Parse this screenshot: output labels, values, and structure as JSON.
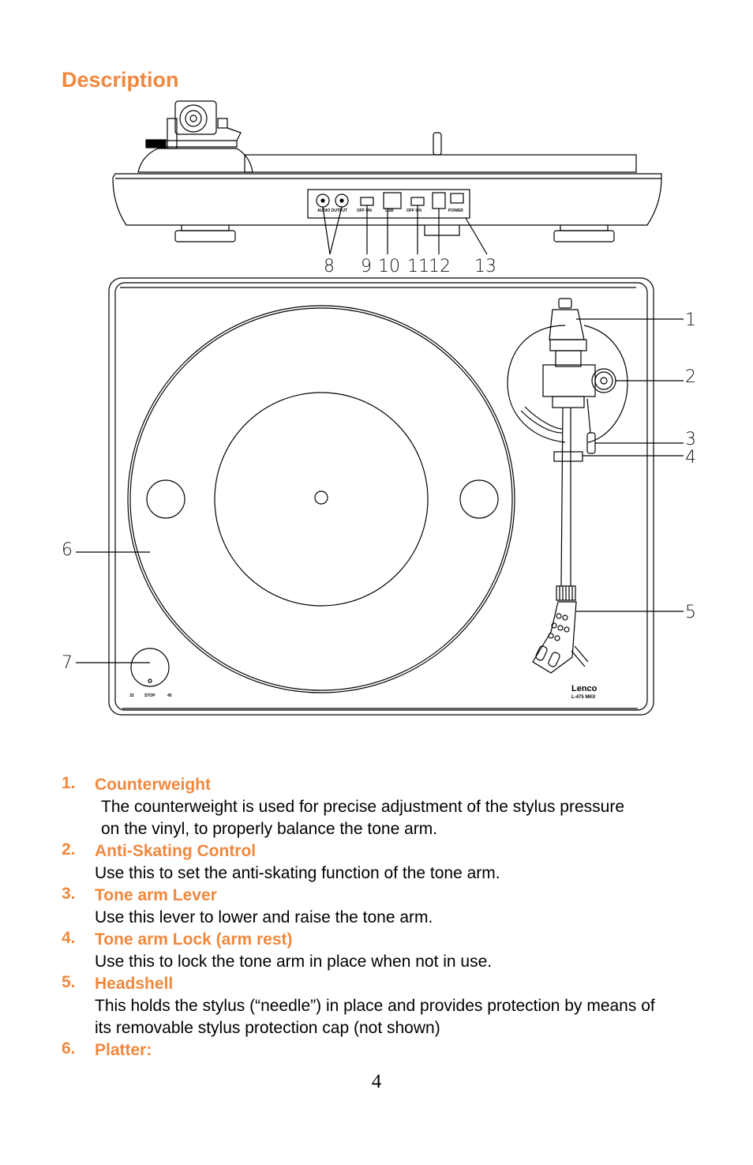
{
  "title": "Description",
  "diagram": {
    "callouts": [
      "1",
      "2",
      "3",
      "4",
      "5",
      "6",
      "7",
      "8",
      "9",
      "10",
      "11",
      "12",
      "13"
    ],
    "brand": "Lenco",
    "model": "L-475 MKII",
    "speed_labels": [
      "33",
      "STOP",
      "45"
    ]
  },
  "items": [
    {
      "number": "1.",
      "heading": "Counterweight",
      "description": "The counterweight is used for precise adjustment of the stylus pressure on the vinyl, to properly balance the tone arm."
    },
    {
      "number": "2.",
      "heading": "Anti-Skating Control",
      "description": "Use this to set the anti-skating function of the tone arm."
    },
    {
      "number": "3.",
      "heading": "Tone arm Lever",
      "description": "Use this lever to lower and raise the tone arm."
    },
    {
      "number": "4.",
      "heading": "Tone arm Lock (arm rest)",
      "description": "Use this to lock the tone arm in place when not in use."
    },
    {
      "number": "5.",
      "heading": "Headshell",
      "description": "This holds the stylus (“needle”) in place and provides protection by means of its removable stylus protection cap (not shown)"
    },
    {
      "number": "6.",
      "heading": "Platter:",
      "description": ""
    }
  ],
  "page_number": "4"
}
